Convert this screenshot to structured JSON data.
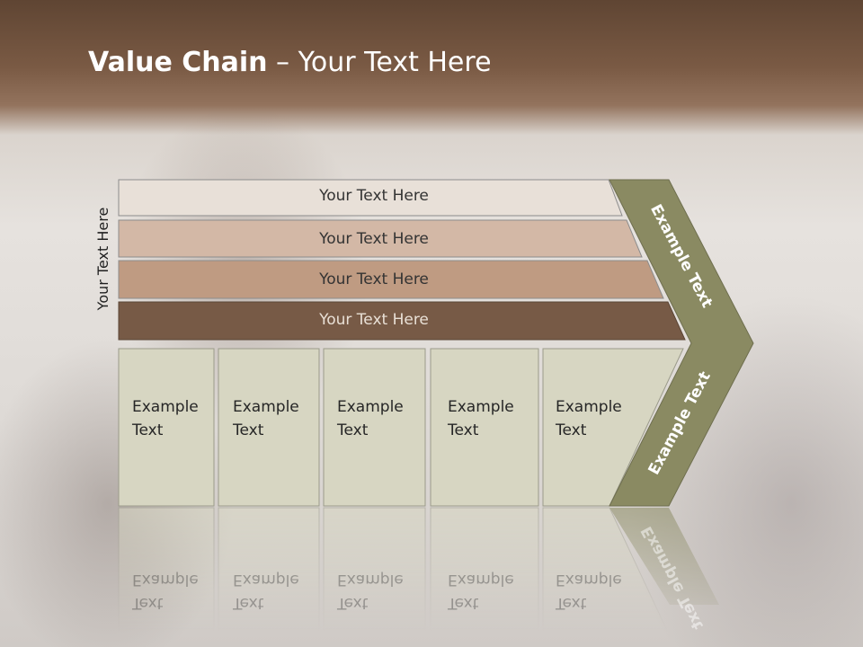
{
  "title": {
    "bold": "Value Chain",
    "rest": " – Your Text Here"
  },
  "side_label": "Your Text Here",
  "bars": [
    {
      "label": "Your Text Here",
      "color": "#e8e0d8",
      "text_color": "#333333"
    },
    {
      "label": "Your Text Here",
      "color": "#d3b8a6",
      "text_color": "#333333"
    },
    {
      "label": "Your Text Here",
      "color": "#bf9b82",
      "text_color": "#333333"
    },
    {
      "label": "Your Text Here",
      "color": "#775a46",
      "text_color": "#e9e0d6"
    }
  ],
  "boxes": [
    {
      "label1": "Example",
      "label2": "Text"
    },
    {
      "label1": "Example",
      "label2": "Text"
    },
    {
      "label1": "Example",
      "label2": "Text"
    },
    {
      "label1": "Example",
      "label2": "Text"
    },
    {
      "label1": "Example",
      "label2": "Text"
    }
  ],
  "chevron": {
    "upper_label": "Example Text",
    "lower_label": "Example Text",
    "color": "#8a8a62"
  },
  "colors": {
    "box_fill": "#d7d6c2",
    "box_stroke": "#9b9b8a"
  }
}
